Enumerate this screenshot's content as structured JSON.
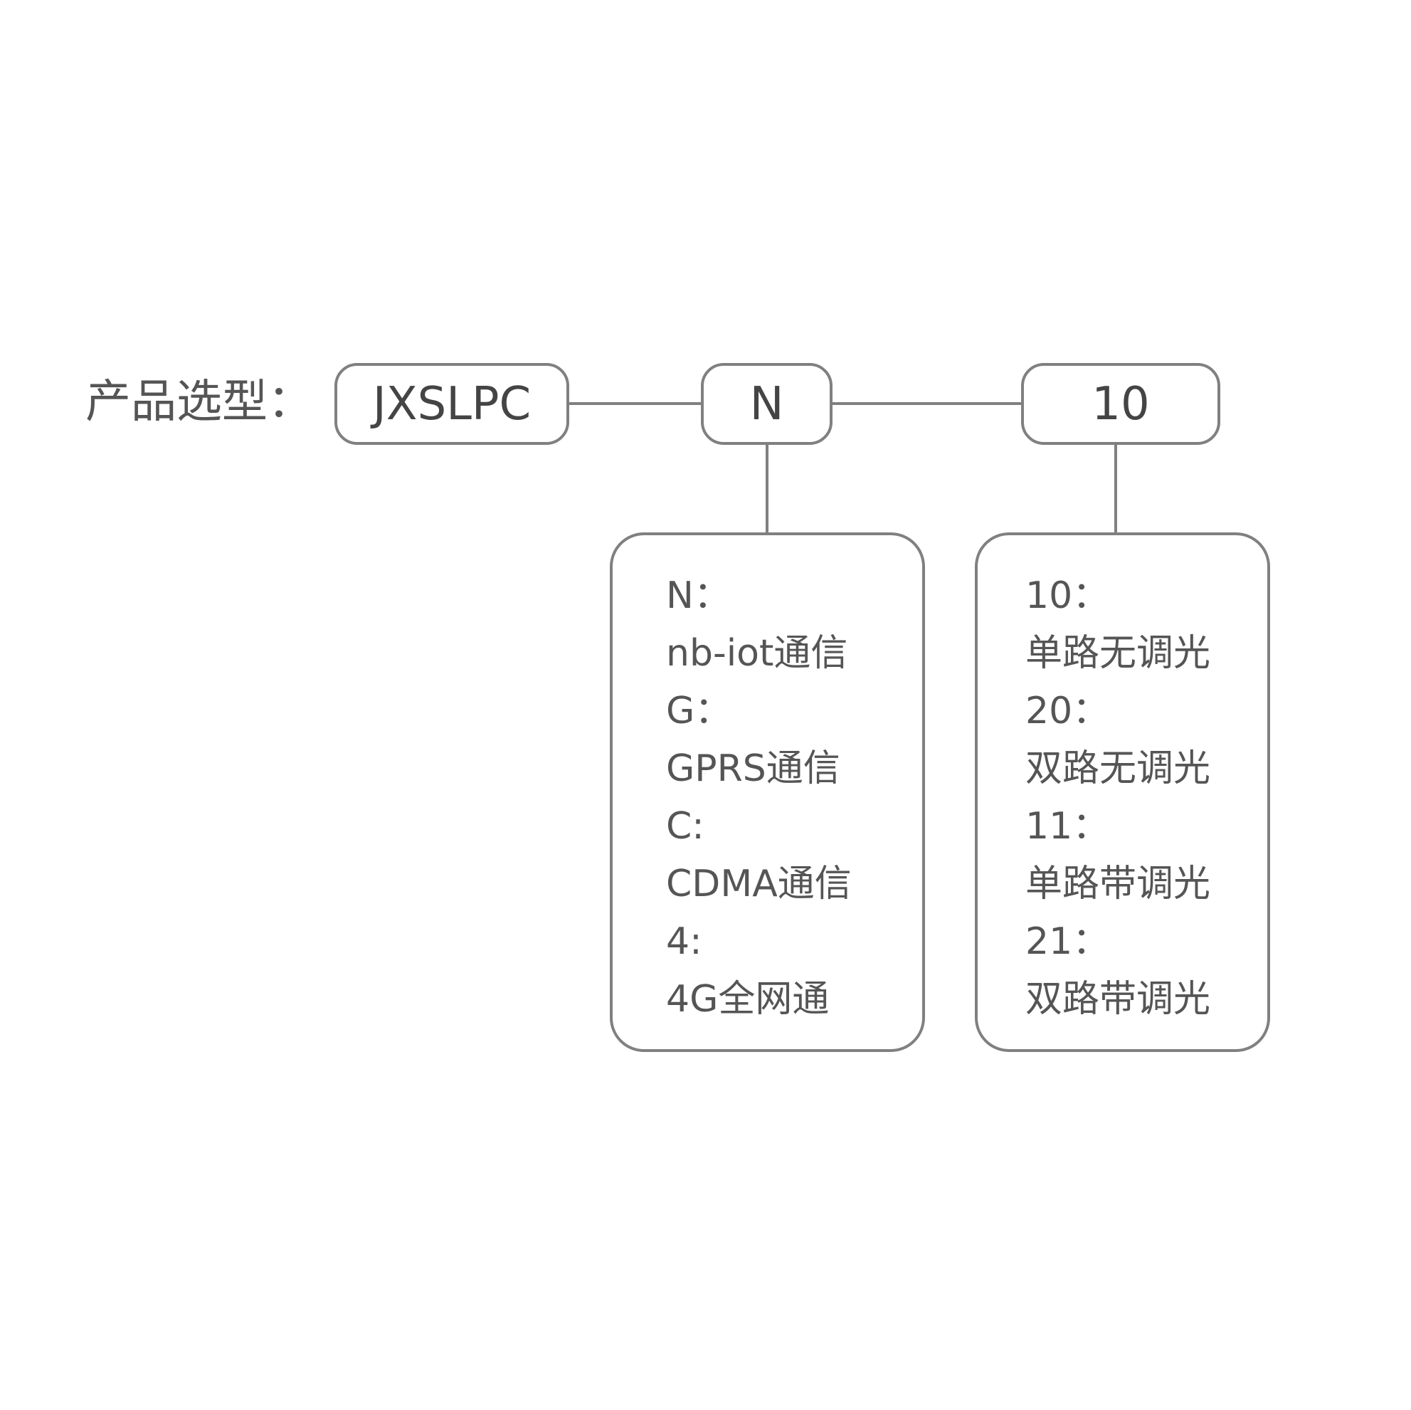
{
  "label": "产品选型：",
  "codes": {
    "prefix": "JXSLPC",
    "comm": "N",
    "light": "10"
  },
  "comm_options": [
    {
      "code": "N：",
      "desc": "nb-iot通信"
    },
    {
      "code": "G：",
      "desc": "GPRS通信"
    },
    {
      "code": "C:",
      "desc": "CDMA通信"
    },
    {
      "code": "4:",
      "desc": "4G全网通"
    }
  ],
  "light_options": [
    {
      "code": "10：",
      "desc": "单路无调光"
    },
    {
      "code": "20：",
      "desc": "双路无调光"
    },
    {
      "code": "11：",
      "desc": "单路带调光"
    },
    {
      "code": "21：",
      "desc": "双路带调光"
    }
  ],
  "colors": {
    "stroke": "#808080",
    "text": "#555555",
    "background": "#ffffff"
  }
}
